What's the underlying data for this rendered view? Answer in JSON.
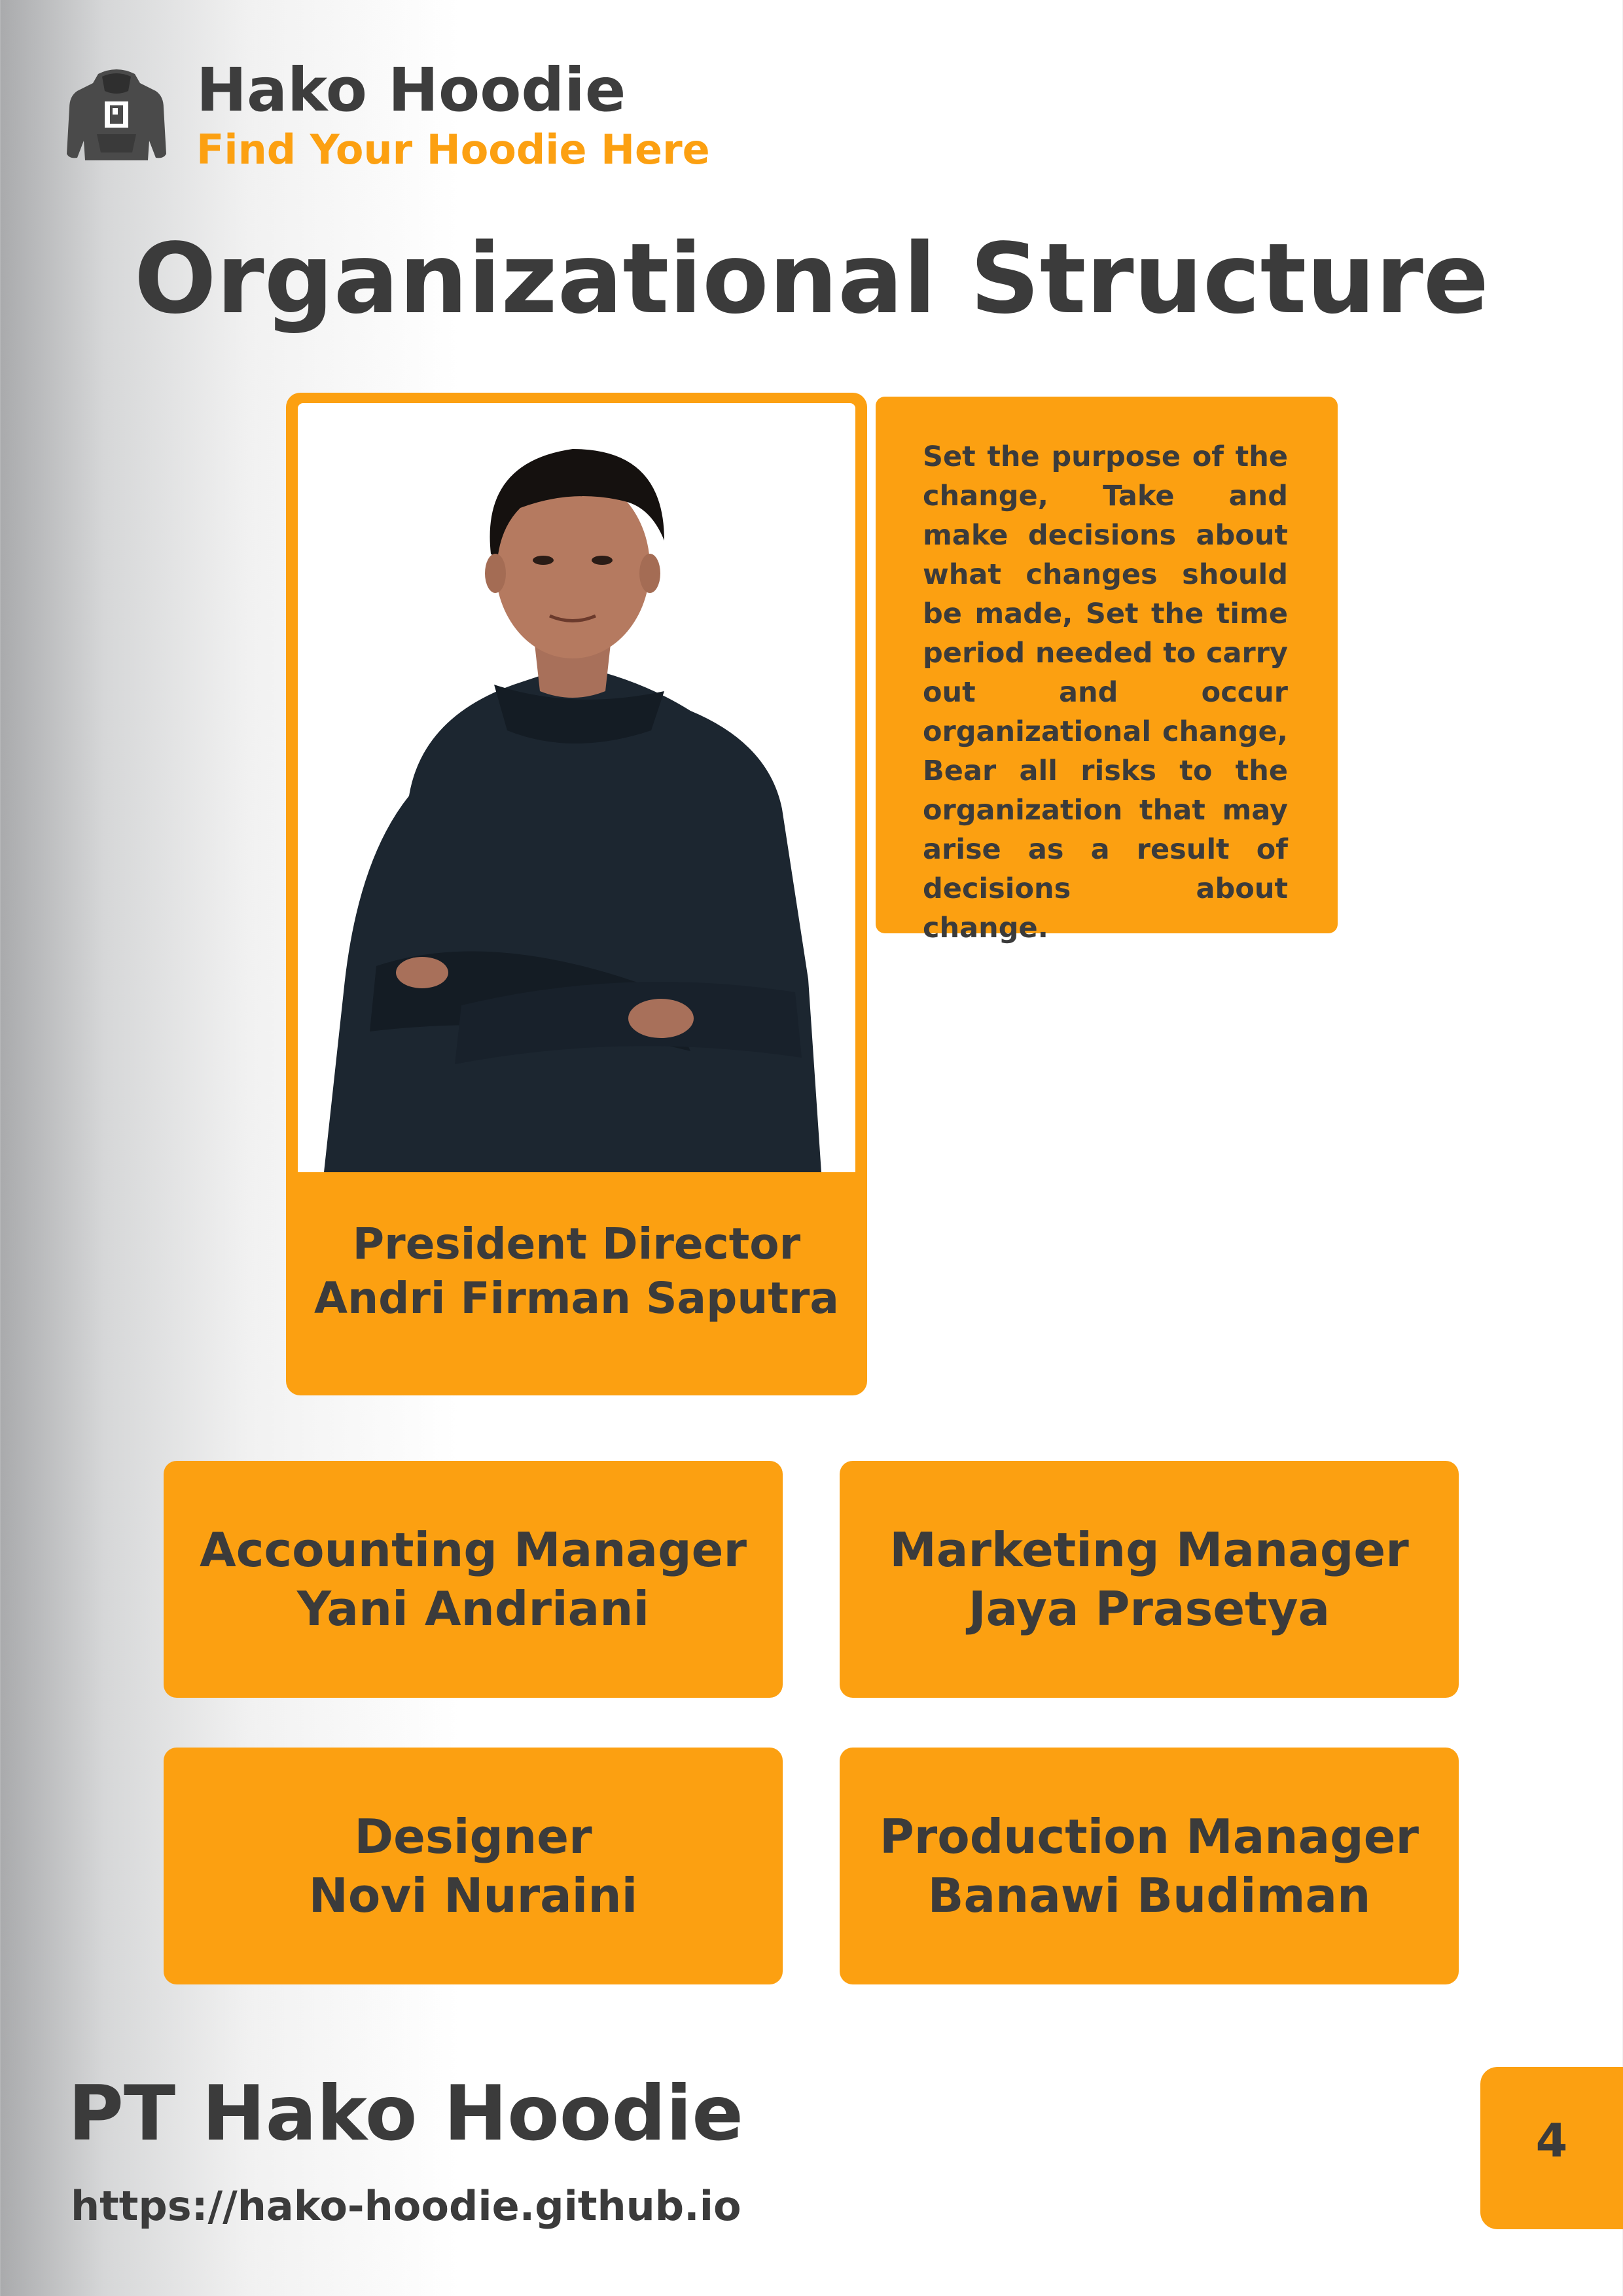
{
  "header": {
    "brand_name": "Hako Hoodie",
    "tagline": "Find Your Hoodie Here",
    "logo_icon": "hoodie-icon"
  },
  "title": "Organizational Structure",
  "president": {
    "role": "President Director",
    "name": "Andri Firman Saputra",
    "photo": "portrait-photo"
  },
  "description": "Set the purpose of the change, Take and make decisions about what changes should be made, Set the time period needed to carry out and occur organizational change, Bear all risks to the organization that may arise as a result of decisions about change.",
  "managers": [
    {
      "role": "Accounting Manager",
      "name": "Yani Andriani"
    },
    {
      "role": "Marketing Manager",
      "name": "Jaya Prasetya"
    },
    {
      "role": "Designer",
      "name": "Novi Nuraini"
    },
    {
      "role": "Production Manager",
      "name": "Banawi Budiman"
    }
  ],
  "footer": {
    "company": "PT Hako Hoodie",
    "website": "https://hako-hoodie.github.io",
    "page_number": "4"
  },
  "colors": {
    "accent": "#fca011",
    "text": "#3b3b3b"
  }
}
